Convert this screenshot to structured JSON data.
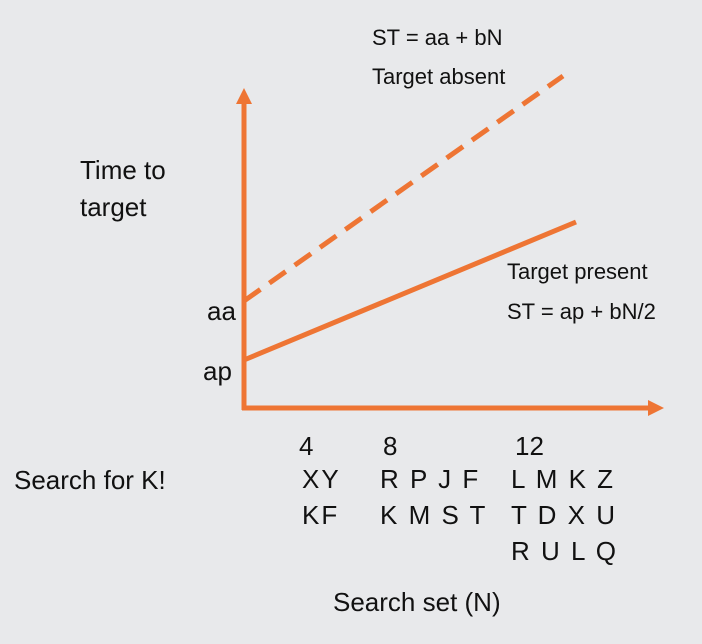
{
  "colors": {
    "background": "#e8e9eb",
    "accent": "#ee7534",
    "text": "#111111"
  },
  "y_axis_label_lines": [
    "Time to",
    "target"
  ],
  "intercepts": {
    "aa": "aa",
    "ap": "ap"
  },
  "absent": {
    "equation": "ST = aa + bN",
    "label": "Target absent",
    "line_style": "dashed"
  },
  "present": {
    "label": "Target present",
    "equation": "ST = ap + bN/2",
    "line_style": "solid"
  },
  "x_ticks": [
    "4",
    "8",
    "12"
  ],
  "search_prompt": "Search for K!",
  "set_examples": {
    "n4": [
      "XY",
      "KF"
    ],
    "n8": [
      "R P J F",
      "K M S T"
    ],
    "n12": [
      "L M K Z",
      "T D X U",
      "R U L Q"
    ]
  },
  "x_axis_label": "Search set (N)",
  "icons": {
    "axis_arrows": "arrow-head-icon"
  }
}
